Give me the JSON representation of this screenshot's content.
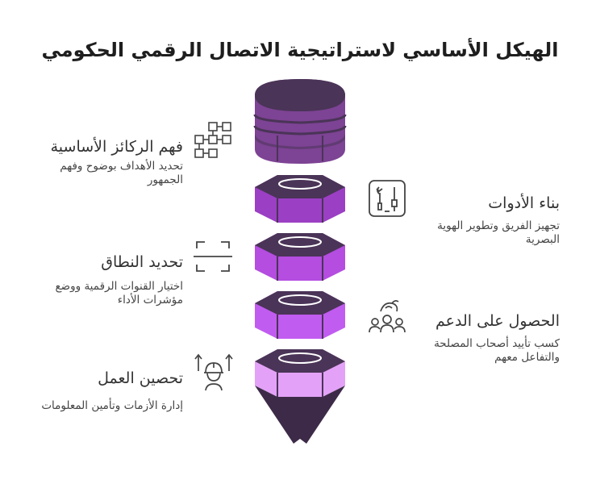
{
  "title": "الهيكل الأساسي لاستراتيجية الاتصال الرقمي الحكومي",
  "colors": {
    "dark": "#4a3457",
    "purple1": "#7d4394",
    "purple2": "#9b3fc4",
    "purple3": "#b44de0",
    "purple4": "#c15cf0",
    "purple5": "#e3a2f7",
    "tip": "#3d2a48"
  },
  "items": [
    {
      "heading": "فهم الركائز الأساسية",
      "description": "تحديد الأهداف بوضوح وفهم الجمهور",
      "icon": "hierarchy-icon"
    },
    {
      "heading": "بناء الأدوات",
      "description": "تجهيز الفريق وتطوير الهوية البصرية",
      "icon": "tools-icon"
    },
    {
      "heading": "تحديد النطاق",
      "description": "اختيار القنوات الرقمية ووضع مؤشرات الأداء",
      "icon": "scope-frame-icon"
    },
    {
      "heading": "الحصول على الدعم",
      "description": "كسب تأييد أصحاب المصلحة والتفاعل معهم",
      "icon": "support-people-icon"
    },
    {
      "heading": "تحصين العمل",
      "description": "إدارة الأزمات وتأمين المعلومات",
      "icon": "worker-helmet-icon"
    }
  ]
}
